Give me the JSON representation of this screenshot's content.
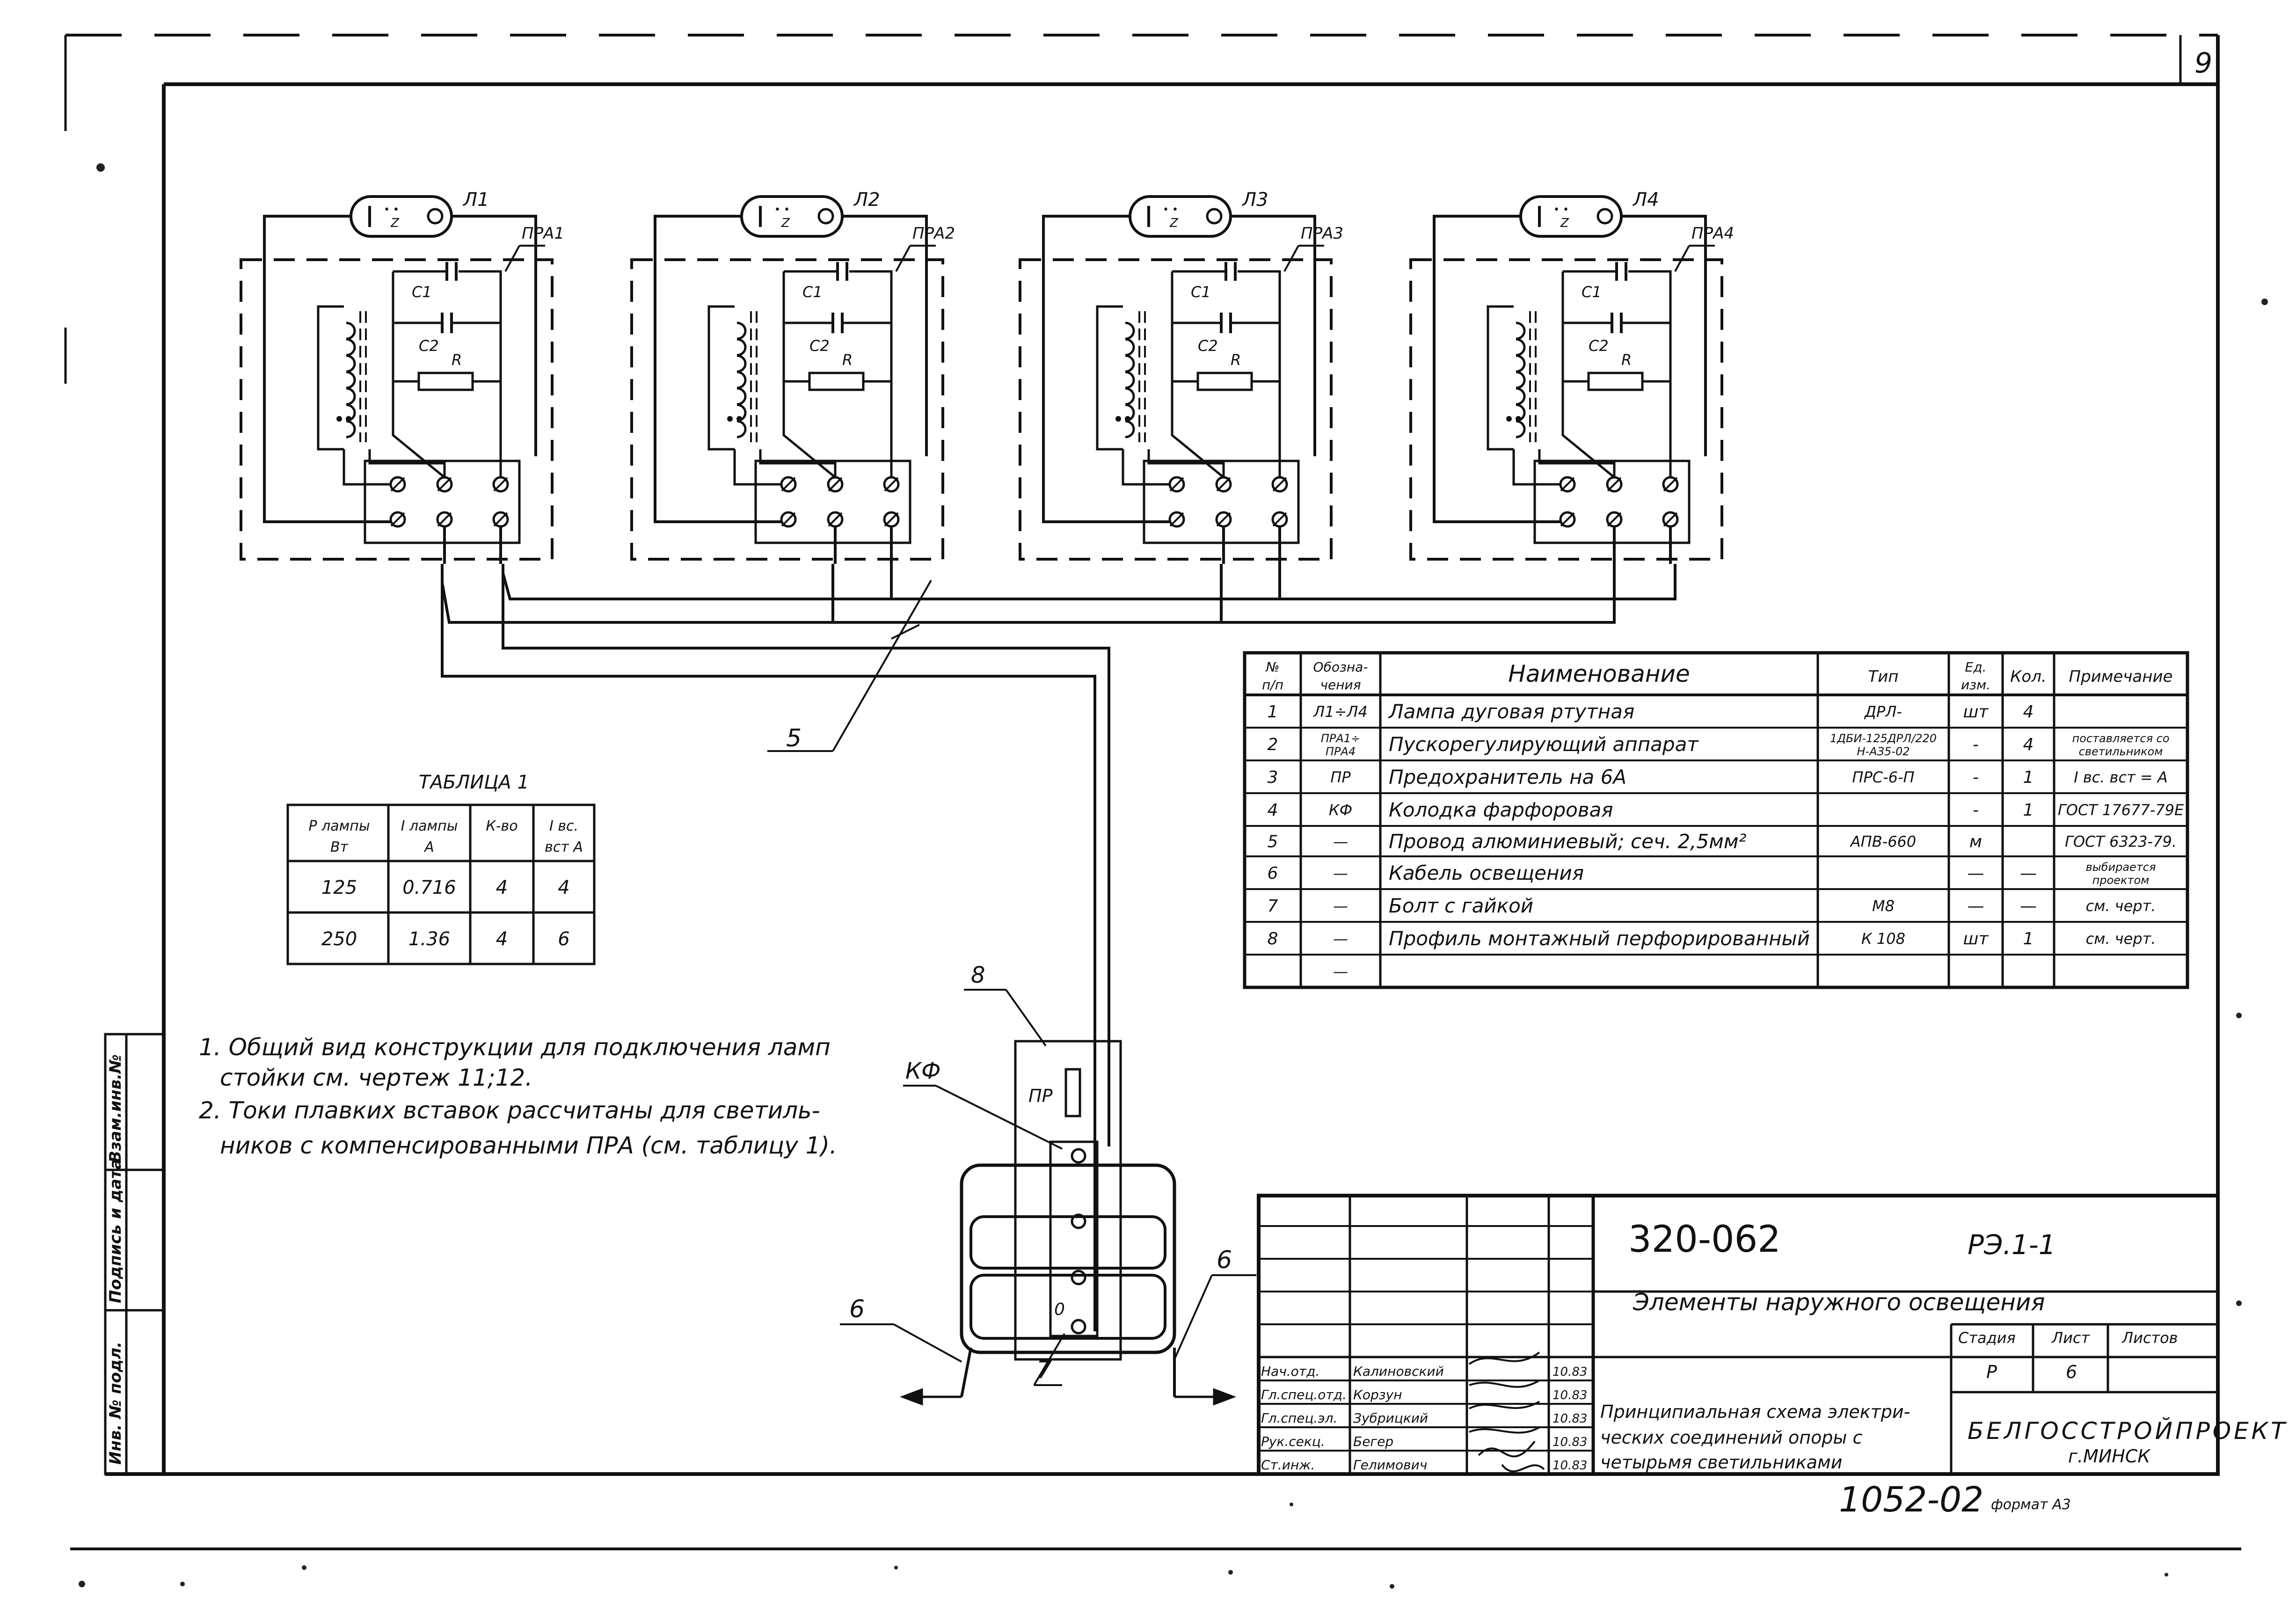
{
  "sheet": {
    "page_number": "9",
    "doc_code": "320-062",
    "sheet_code": "РЭ.1-1",
    "section_title": "Элементы наружного освещения",
    "drawing_title_lines": [
      "Принципиальная схема электри-",
      "ческих соединений опоры с",
      "четырьмя светильниками"
    ],
    "organization_lines": [
      "БЕЛГОССТРОЙПРОЕКТ",
      "г.МИНСК"
    ],
    "stage_headers": [
      "Стадия",
      "Лист",
      "Листов"
    ],
    "stage_values": [
      "Р",
      "6",
      ""
    ],
    "inventory_number": "1052-02",
    "format_label": "формат А3"
  },
  "signatures": [
    {
      "role": "Нач.отд.",
      "name": "Калиновский",
      "date": "10.83"
    },
    {
      "role": "Гл.спец.отд.",
      "name": "Корзун",
      "date": "10.83"
    },
    {
      "role": "Гл.спец.эл.",
      "name": "Зубрицкий",
      "date": "10.83"
    },
    {
      "role": "Рук.секц.",
      "name": "Бегер",
      "date": "10.83"
    },
    {
      "role": "Ст.инж.",
      "name": "Гелимович",
      "date": "10.83"
    }
  ],
  "side_stamp": [
    "Инв. № подл.",
    "Подпись и дата",
    "Взам.инв.№"
  ],
  "lamps": [
    "Л1",
    "Л2",
    "Л3",
    "Л4"
  ],
  "ballasts": [
    "ПРА1",
    "ПРА2",
    "ПРА3",
    "ПРА4"
  ],
  "component_labels": {
    "c1": "С1",
    "c2": "С2",
    "r": "R"
  },
  "callouts": {
    "wire": "5",
    "profile": "8",
    "pad": "КФ",
    "fuse": "ПР",
    "cable_left": "6",
    "cable_right": "6",
    "bolt": "7",
    "zero": "0"
  },
  "table1": {
    "title": "ТАБЛИЦА 1",
    "headers": [
      "Р лампы Вт",
      "I лампы А",
      "К-во",
      "I вс. вст А"
    ],
    "rows": [
      [
        "125",
        "0.716",
        "4",
        "4"
      ],
      [
        "250",
        "1.36",
        "4",
        "6"
      ]
    ]
  },
  "spec": {
    "headers": [
      "№ п/п",
      "Обозна- чения",
      "Наименование",
      "Тип",
      "Ед. изм.",
      "Кол.",
      "Примечание"
    ],
    "rows": [
      [
        "1",
        "Л1÷Л4",
        "Лампа дуговая ртутная",
        "ДРЛ-",
        "шт",
        "4",
        ""
      ],
      [
        "2",
        "ПРА1÷ ПРА4",
        "Пускорегулирующий аппарат",
        "1ДБИ-125ДРЛ/220 Н-АЗ5-02",
        "-",
        "4",
        "поставляется со светильником"
      ],
      [
        "3",
        "ПР",
        "Предохранитель на 6А",
        "ПРС-6-П",
        "-",
        "1",
        "I вс. вст = А"
      ],
      [
        "4",
        "КФ",
        "Колодка фарфоровая",
        "",
        "-",
        "1",
        "ГОСТ 17677-79Е"
      ],
      [
        "5",
        "—",
        "Провод алюминиевый; сеч. 2,5мм²",
        "АПВ-660",
        "м",
        "",
        "ГОСТ 6323-79."
      ],
      [
        "6",
        "—",
        "Кабель освещения",
        "",
        "—",
        "—",
        "выбирается проектом"
      ],
      [
        "7",
        "—",
        "Болт с гайкой",
        "М8",
        "—",
        "—",
        "см. черт."
      ],
      [
        "8",
        "—",
        "Профиль монтажный перфорированный",
        "К 108",
        "шт",
        "1",
        "см. черт."
      ],
      [
        "",
        "—",
        "",
        "",
        "",
        "",
        ""
      ]
    ]
  },
  "notes": [
    "1. Общий вид конструкции для подключения ламп",
    "стойки см. чертеж 11;12.",
    "2. Токи плавких вставок рассчитаны для светиль-",
    "ников с компенсированными ПРА (см. таблицу 1)."
  ]
}
